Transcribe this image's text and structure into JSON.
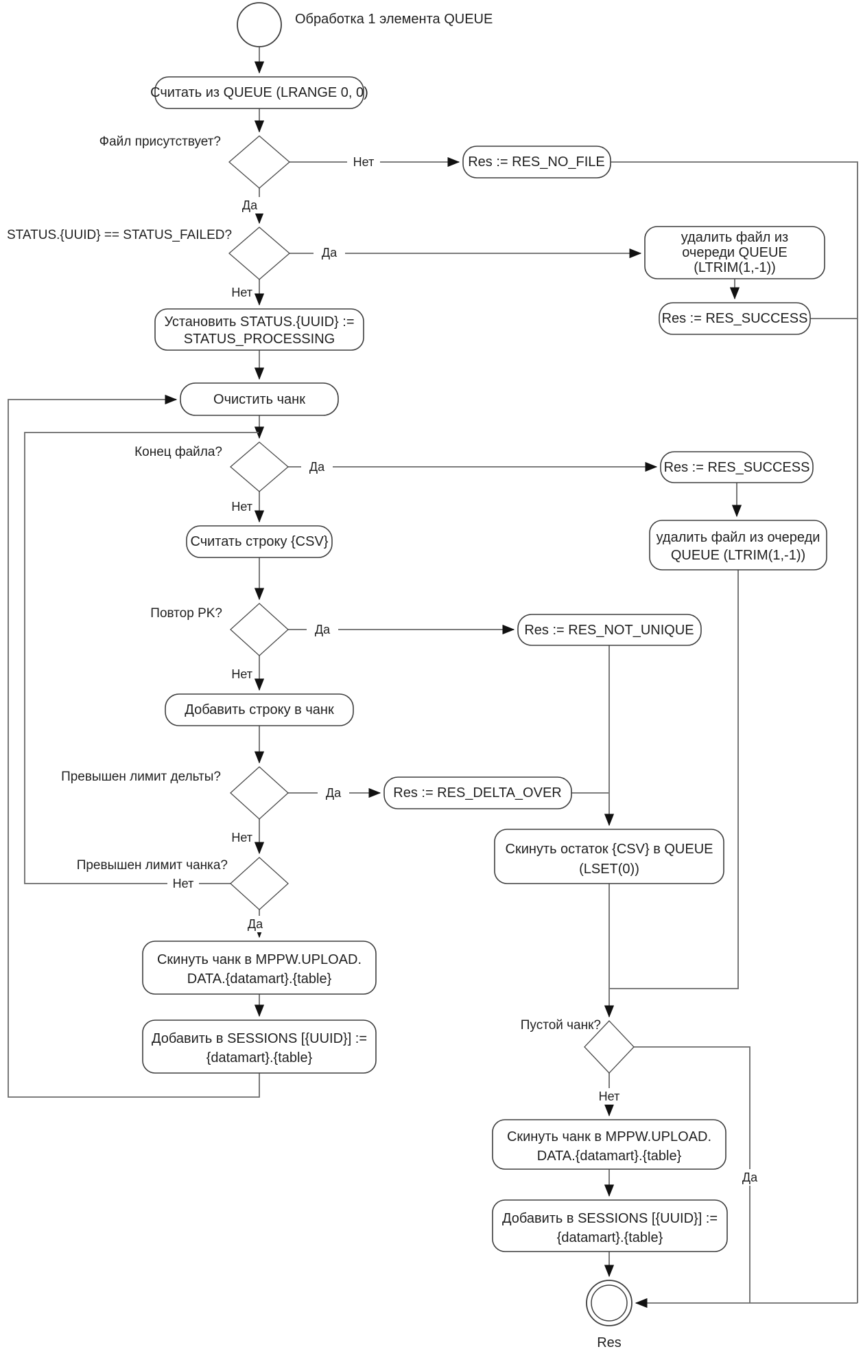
{
  "diagram": {
    "title": "Обработка 1 элемента QUEUE",
    "end_label": "Res",
    "labels": {
      "yes": "Да",
      "no": "Нет"
    },
    "colors": {
      "line": "#6a6a6a",
      "node_border": "#3d3d3d",
      "text": "#1f1f1f",
      "arrow": "#111111",
      "background": "#ffffff"
    },
    "nodes": {
      "read_queue": {
        "text": "Считать из QUEUE (LRANGE 0, 0)"
      },
      "file_present": {
        "text": "Файл присутствует?"
      },
      "res_no_file": {
        "text": "Res := RES_NO_FILE"
      },
      "status_failed": {
        "text": "STATUS.{UUID} == STATUS_FAILED?"
      },
      "delete_file_queue": {
        "lines": [
          "удалить файл из",
          "очереди QUEUE",
          "(LTRIM(1,-1))"
        ]
      },
      "res_success_top": {
        "text": "Res := RES_SUCCESS"
      },
      "set_status_processing": {
        "lines": [
          "Установить STATUS.{UUID} :=",
          "STATUS_PROCESSING"
        ]
      },
      "clear_chunk": {
        "text": "Очистить чанк"
      },
      "end_of_file": {
        "text": "Конец файла?"
      },
      "res_success_eof": {
        "text": "Res := RES_SUCCESS"
      },
      "delete_file_queue_eof": {
        "lines": [
          "удалить файл из очереди",
          "QUEUE (LTRIM(1,-1))"
        ]
      },
      "read_row": {
        "text": "Считать строку {CSV}"
      },
      "repeat_pk": {
        "text": "Повтор PK?"
      },
      "res_not_unique": {
        "text": "Res := RES_NOT_UNIQUE"
      },
      "add_row_to_chunk": {
        "text": "Добавить строку в чанк"
      },
      "delta_limit": {
        "text": "Превышен лимит дельты?"
      },
      "res_delta_over": {
        "text": "Res := RES_DELTA_OVER"
      },
      "chunk_limit": {
        "text": "Превышен лимит чанка?"
      },
      "flush_chunk_left": {
        "lines": [
          "Скинуть чанк в MPPW.UPLOAD.",
          "DATA.{datamart}.{table}"
        ]
      },
      "add_sessions_left": {
        "lines": [
          "Добавить в SESSIONS [{UUID}] :=",
          "{datamart}.{table}"
        ]
      },
      "flush_rest_queue": {
        "lines": [
          "Скинуть остаток {CSV} в QUEUE",
          "(LSET(0))"
        ]
      },
      "empty_chunk": {
        "text": "Пустой чанк?"
      },
      "flush_chunk_right": {
        "lines": [
          "Скинуть чанк в MPPW.UPLOAD.",
          "DATA.{datamart}.{table}"
        ]
      },
      "add_sessions_right": {
        "lines": [
          "Добавить в SESSIONS [{UUID}] :=",
          "{datamart}.{table}"
        ]
      }
    },
    "edges": [
      {
        "from": "start",
        "to": "read_queue"
      },
      {
        "from": "read_queue",
        "to": "file_present"
      },
      {
        "from": "file_present",
        "to": "res_no_file",
        "label": "Нет"
      },
      {
        "from": "file_present",
        "to": "status_failed",
        "label": "Да"
      },
      {
        "from": "res_no_file",
        "to": "end"
      },
      {
        "from": "status_failed",
        "to": "delete_file_queue",
        "label": "Да"
      },
      {
        "from": "delete_file_queue",
        "to": "res_success_top"
      },
      {
        "from": "res_success_top",
        "to": "end"
      },
      {
        "from": "status_failed",
        "to": "set_status_processing",
        "label": "Нет"
      },
      {
        "from": "set_status_processing",
        "to": "clear_chunk"
      },
      {
        "from": "clear_chunk",
        "to": "end_of_file"
      },
      {
        "from": "end_of_file",
        "to": "res_success_eof",
        "label": "Да"
      },
      {
        "from": "res_success_eof",
        "to": "delete_file_queue_eof"
      },
      {
        "from": "delete_file_queue_eof",
        "to": "empty_chunk"
      },
      {
        "from": "end_of_file",
        "to": "read_row",
        "label": "Нет"
      },
      {
        "from": "read_row",
        "to": "repeat_pk"
      },
      {
        "from": "repeat_pk",
        "to": "res_not_unique",
        "label": "Да"
      },
      {
        "from": "res_not_unique",
        "to": "flush_rest_queue"
      },
      {
        "from": "repeat_pk",
        "to": "add_row_to_chunk",
        "label": "Нет"
      },
      {
        "from": "add_row_to_chunk",
        "to": "delta_limit"
      },
      {
        "from": "delta_limit",
        "to": "res_delta_over",
        "label": "Да"
      },
      {
        "from": "res_delta_over",
        "to": "flush_rest_queue"
      },
      {
        "from": "delta_limit",
        "to": "chunk_limit",
        "label": "Нет"
      },
      {
        "from": "chunk_limit",
        "to": "end_of_file",
        "label": "Нет"
      },
      {
        "from": "chunk_limit",
        "to": "flush_chunk_left",
        "label": "Да"
      },
      {
        "from": "flush_chunk_left",
        "to": "add_sessions_left"
      },
      {
        "from": "add_sessions_left",
        "to": "clear_chunk"
      },
      {
        "from": "flush_rest_queue",
        "to": "empty_chunk"
      },
      {
        "from": "empty_chunk",
        "to": "flush_chunk_right",
        "label": "Нет"
      },
      {
        "from": "empty_chunk",
        "to": "end",
        "label": "Да"
      },
      {
        "from": "flush_chunk_right",
        "to": "add_sessions_right"
      },
      {
        "from": "add_sessions_right",
        "to": "end"
      }
    ]
  }
}
